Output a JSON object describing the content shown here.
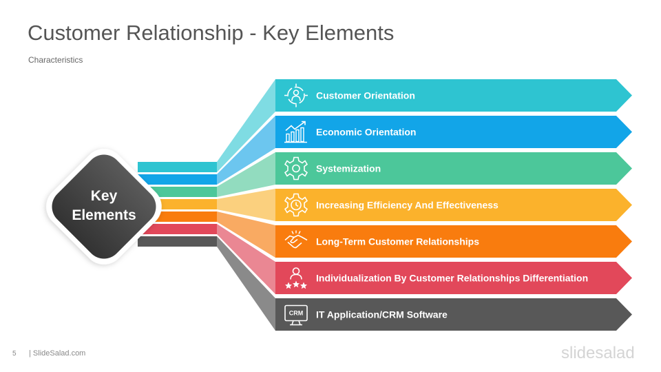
{
  "slide": {
    "title": "Customer Relationship - Key Elements",
    "subtitle": "Characteristics",
    "page_number": "5",
    "site": "| SlideSalad.com",
    "brand": "slidesalad"
  },
  "center": {
    "line1": "Key",
    "line2": "Elements",
    "color": "#4a4a4a"
  },
  "items": [
    {
      "label": "Customer Orientation",
      "color": "#2ec4d1",
      "fan_color": "#7fdce3",
      "icon": "person-target-icon"
    },
    {
      "label": "Economic Orientation",
      "color": "#12a5e8",
      "fan_color": "#6cc6ef",
      "icon": "growth-chart-icon"
    },
    {
      "label": "Systemization",
      "color": "#4cc79a",
      "fan_color": "#92dcbf",
      "icon": "gear-icon"
    },
    {
      "label": "Increasing Efficiency And Effectiveness",
      "color": "#fbb22c",
      "fan_color": "#fbd07e",
      "icon": "gear-clock-icon"
    },
    {
      "label": "Long-Term Customer Relationships",
      "color": "#f97c0e",
      "fan_color": "#f9aa62",
      "icon": "handshake-icon"
    },
    {
      "label": "Individualization By Customer Relationships Differentiation",
      "color": "#e2485a",
      "fan_color": "#ea8793",
      "icon": "person-stars-icon"
    },
    {
      "label": "IT Application/CRM Software",
      "color": "#585858",
      "fan_color": "#8a8a8a",
      "icon": "crm-monitor-icon"
    }
  ]
}
